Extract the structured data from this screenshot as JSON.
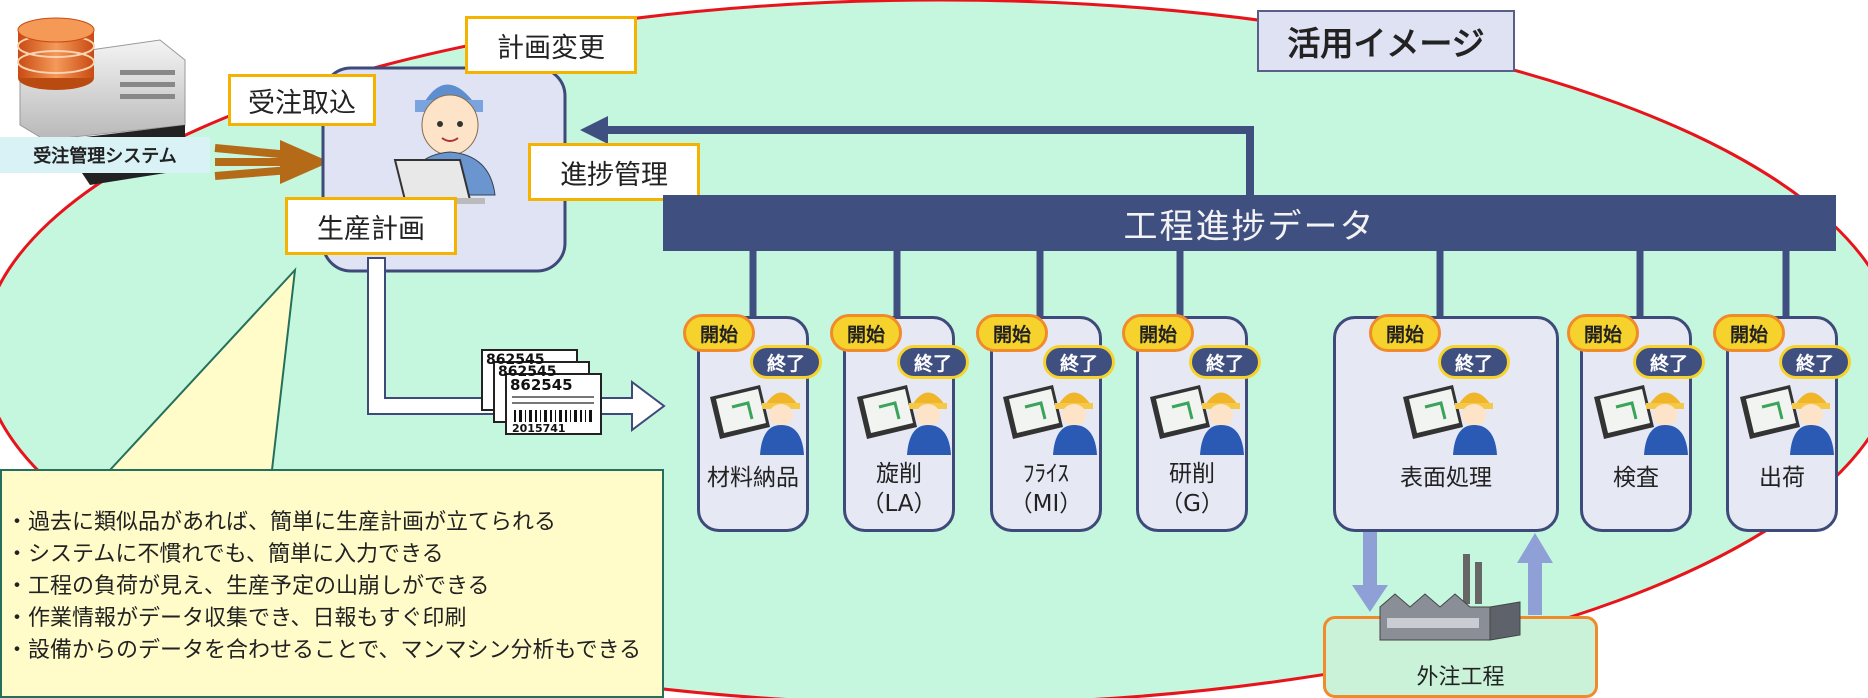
{
  "title": "活用イメージ",
  "system_label": "受注管理システム",
  "tags": {
    "order_intake": "受注取込",
    "plan_change": "計画変更",
    "progress_mgmt": "進捗管理",
    "production_plan": "生産計画"
  },
  "progress_bar": "工程進捗データ",
  "badges": {
    "start": "開始",
    "end": "終了"
  },
  "processes": [
    {
      "line1": "材料納品",
      "line2": ""
    },
    {
      "line1": "旋削",
      "line2": "（LA）"
    },
    {
      "line1": "ﾌﾗｲｽ",
      "line2": "（MI）"
    },
    {
      "line1": "研削",
      "line2": "（G）"
    },
    {
      "line1": "表面処理",
      "line2": ""
    },
    {
      "line1": "検査",
      "line2": ""
    },
    {
      "line1": "出荷",
      "line2": ""
    }
  ],
  "outsource": "外注工程",
  "ticket": {
    "number": "862545",
    "barcode_number": "2015741"
  },
  "benefits": [
    "・過去に類似品があれば、簡単に生産計画が立てられる",
    "・システムに不慣れでも、簡単に入力できる",
    "・工程の負荷が見え、生産予定の山崩しができる",
    "・作業情報がデータ収集でき、日報もすぐ印刷",
    "・設備からのデータを合わせることで、マンマシン分析もできる"
  ],
  "colors": {
    "ellipse_fill": "#c5f7df",
    "ellipse_stroke": "#e8141b",
    "bar": "#3f4f80",
    "tag_border": "#f5b301",
    "note_fill": "#fffcc9"
  }
}
